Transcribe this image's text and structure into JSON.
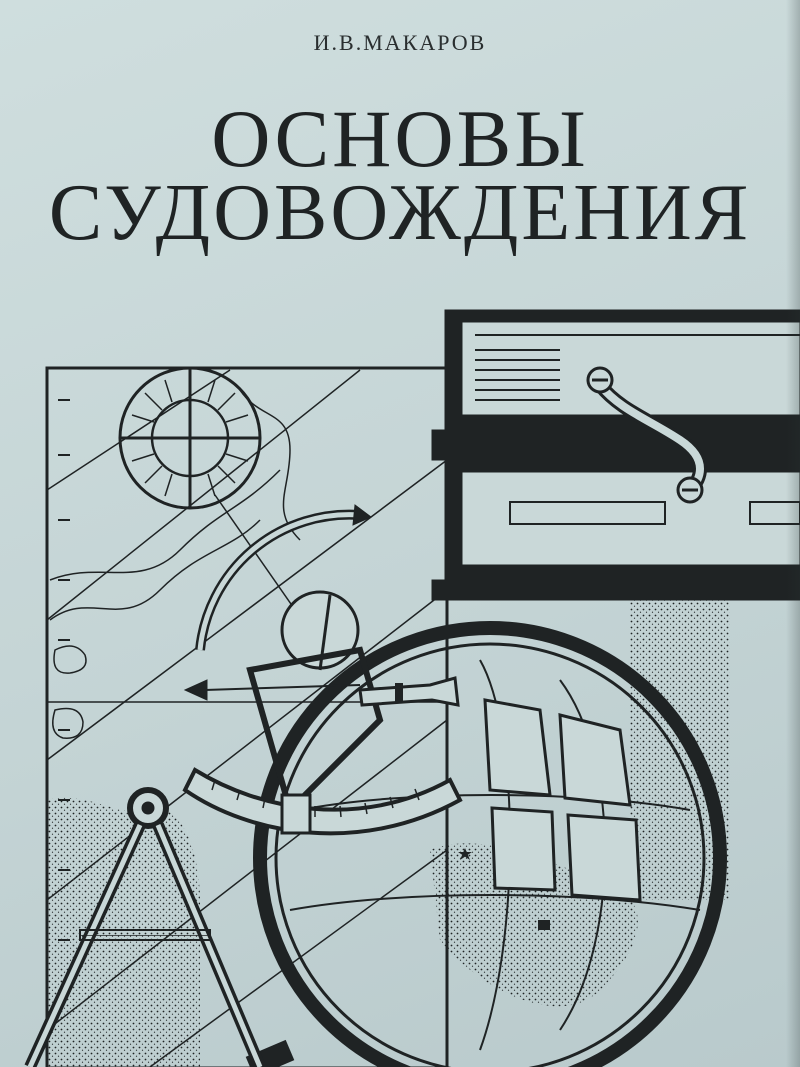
{
  "cover": {
    "author": "И.В.МАКАРОВ",
    "title_line1": "ОСНОВЫ",
    "title_line2": "СУДОВОЖДЕНИЯ"
  },
  "colors": {
    "background": "#c9d8d8",
    "ink": "#1f2324"
  },
  "illustration": {
    "elements": [
      "navigational-chart",
      "sun-symbol",
      "sextant",
      "magnifying-glass",
      "drafting-compass",
      "parallel-ruler"
    ]
  }
}
